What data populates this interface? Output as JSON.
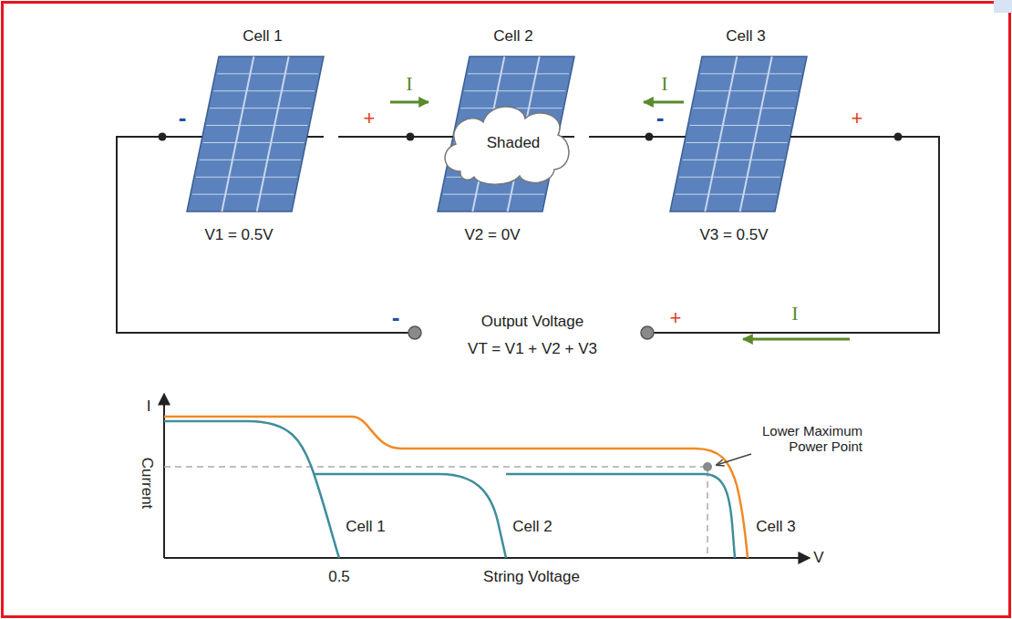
{
  "diagram": {
    "nodes": [
      {
        "text": [
          "Cell 1"
        ]
      },
      {
        "text": [
          "Cell 2"
        ]
      },
      {
        "text": [
          "Shaded"
        ],
        "in": 1
      },
      {
        "text": [
          "Cell 3"
        ]
      }
    ],
    "edges": [
      {
        "from": 0,
        "to": 1,
        "arrow": "none"
      },
      {
        "from": 1,
        "to": 3,
        "arrow": "none"
      }
    ],
    "labels": [
      "-",
      "+",
      "I",
      "I",
      "-",
      "+",
      "V1 = 0.5V",
      "V2 = 0V",
      "V3 = 0.5V",
      "-",
      "Output Voltage",
      "+",
      "VT = V1 + V2 + V3",
      "I",
      "I",
      "Current",
      "Cell 1",
      "Cell 2",
      "Cell 3",
      "Lower Maximum Power Point",
      "0.5",
      "String Voltage",
      "V"
    ]
  }
}
